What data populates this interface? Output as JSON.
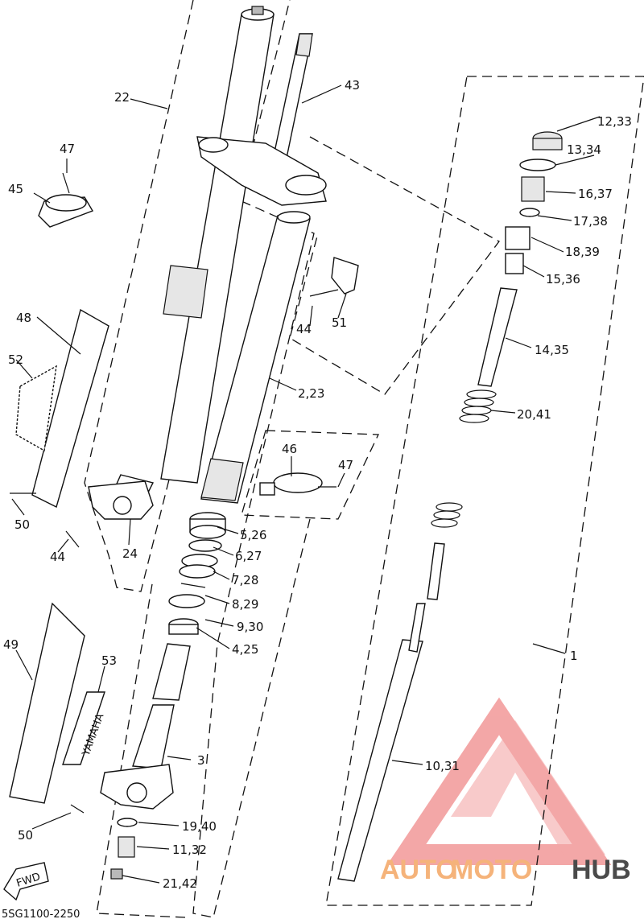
{
  "labels": {
    "p1": "1",
    "p2": "2,23",
    "p3": "3",
    "p4": "4,25",
    "p5": "5,26",
    "p6": "6,27",
    "p7": "7,28",
    "p8": "8,29",
    "p9": "9,30",
    "p10": "10,31",
    "p11": "11,32",
    "p12": "12,33",
    "p13": "13,34",
    "p14": "14,35",
    "p15": "15,36",
    "p16": "16,37",
    "p17": "17,38",
    "p18": "18,39",
    "p19": "19,40",
    "p20": "20,41",
    "p21": "21,42",
    "p22": "22",
    "p24": "24",
    "p43": "43",
    "p44a": "44",
    "p44b": "44",
    "p45": "45",
    "p46": "46",
    "p47a": "47",
    "p47b": "47",
    "p48": "48",
    "p49": "49",
    "p50a": "50",
    "p50b": "50",
    "p51": "51",
    "p52": "52",
    "p53": "53"
  },
  "decal_text": "YAMAHA",
  "fwd_text": "FWD",
  "diagram_code": "5SG1100-2250",
  "watermark": {
    "part1": "AUTO",
    "part2": "MOTO",
    "part3": "HUB",
    "color_logo": "#f08a8a",
    "color_auto": "#f5b37a",
    "color_hub": "#4a4a4a"
  }
}
